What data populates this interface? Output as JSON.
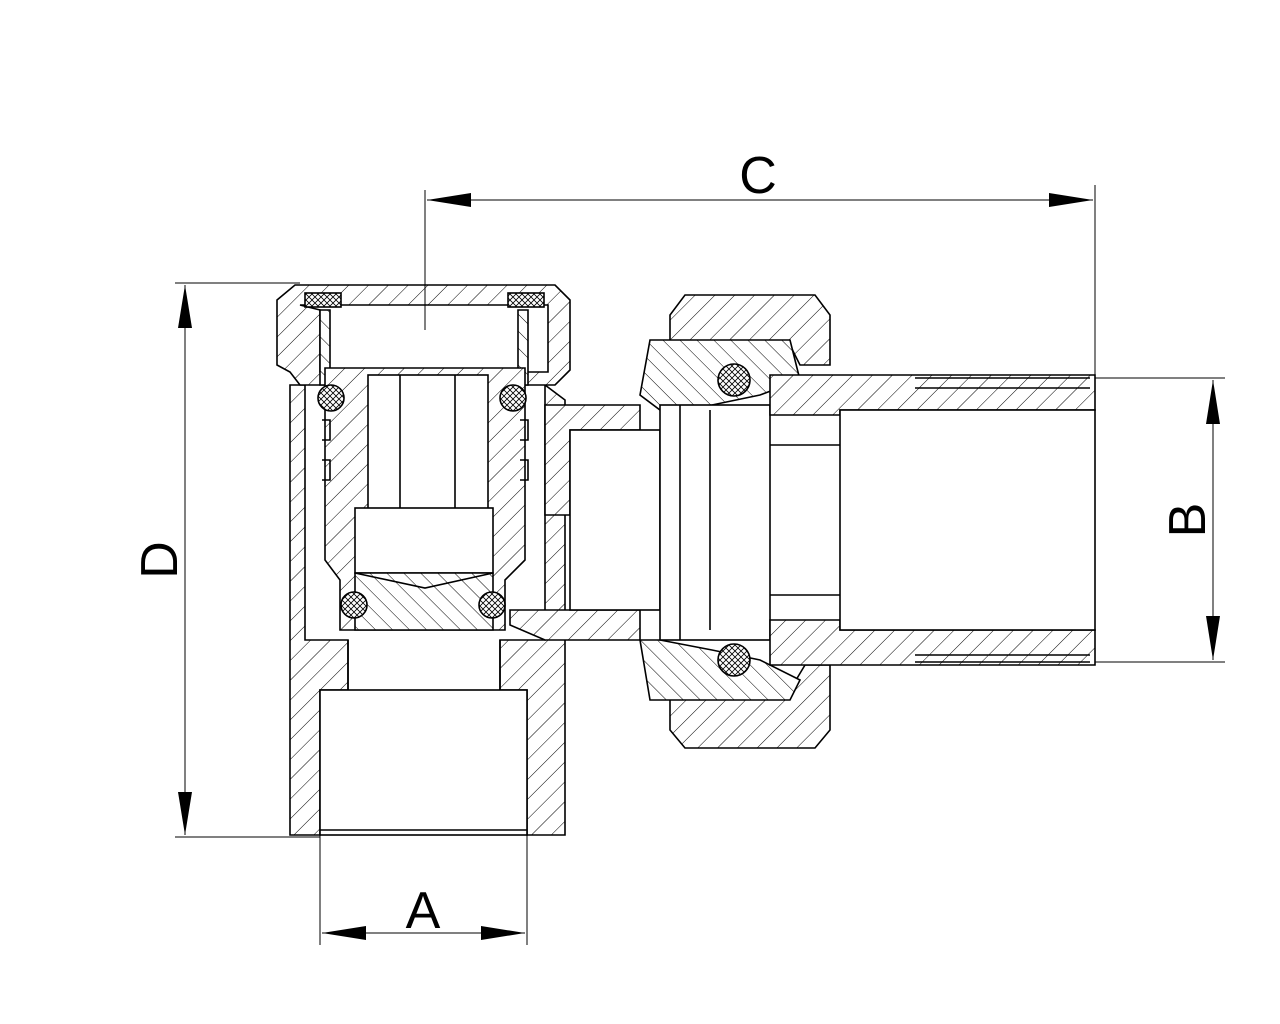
{
  "dimensions": {
    "a": "A",
    "b": "B",
    "c": "C",
    "d": "D"
  },
  "colors": {
    "line": "#000000",
    "background": "#ffffff"
  }
}
